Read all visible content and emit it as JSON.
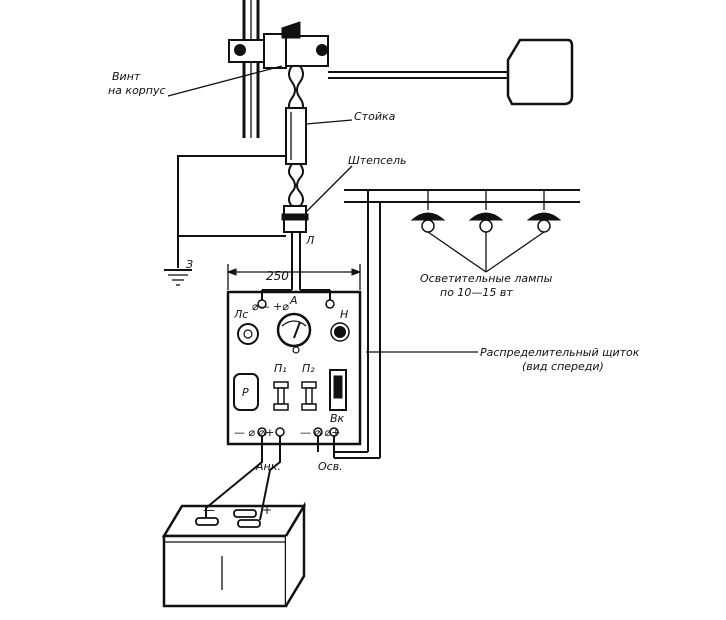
{
  "labels": {
    "screw": "Винт\nна корпус",
    "post": "Стойка",
    "plug": "Штепсель",
    "plug_letter": "Л",
    "ground": "З",
    "dimension": "250",
    "lamps": "Осветительные лампы\nпо 10—15 вт",
    "board": "Распределительный щиток\n(вид спереди)",
    "lc": "Лс",
    "a": "А",
    "n": "Н",
    "p1": "П₁",
    "p2": "П₂",
    "r": "Р",
    "vk": "Вк",
    "ank": "Анк.",
    "osv": "Осв.",
    "top_terminals": "⌀—   +⌀",
    "bottom_left": "— ⌀  ⌀+",
    "bottom_right": "— ⌀  ⌀+",
    "bat_minus": "—",
    "bat_plus": "+"
  }
}
